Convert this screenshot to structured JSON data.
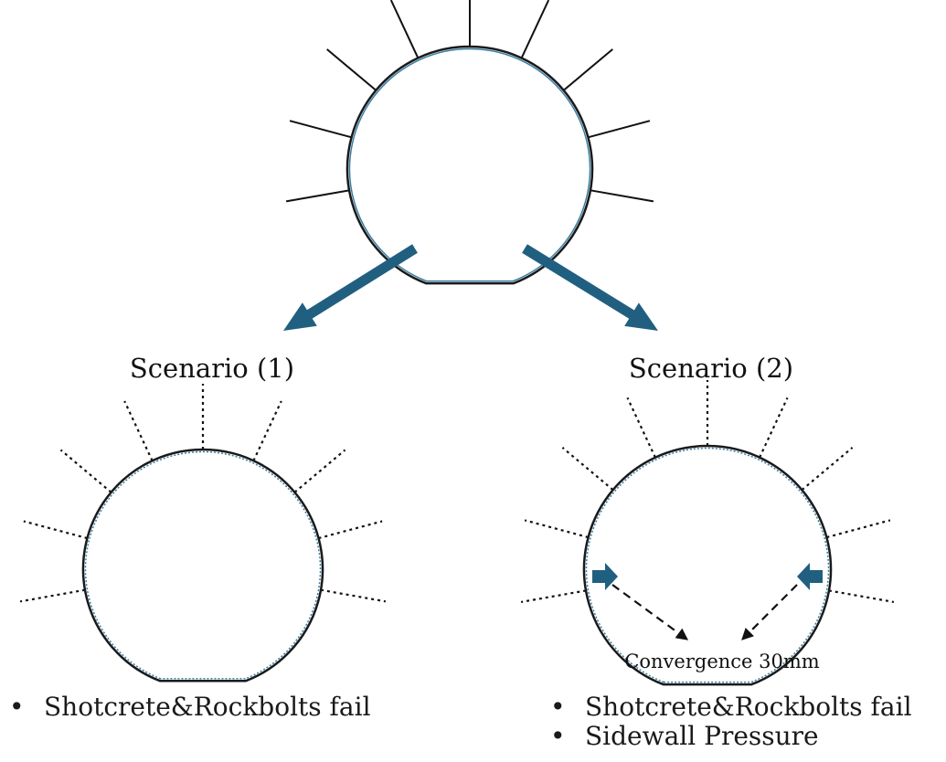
{
  "scenarios": [
    {
      "title": "Scenario (1)",
      "bullets": [
        "Shotcrete&Rockbolts fail"
      ]
    },
    {
      "title": "Scenario (2)",
      "annotation": "Convergence 30mm",
      "bullets": [
        "Shotcrete&Rockbolts fail",
        "Sidewall Pressure"
      ]
    }
  ],
  "colors": {
    "arrow": "#215f80",
    "lining": "#1a1a1a",
    "lining_inner": "#3a7da3"
  }
}
